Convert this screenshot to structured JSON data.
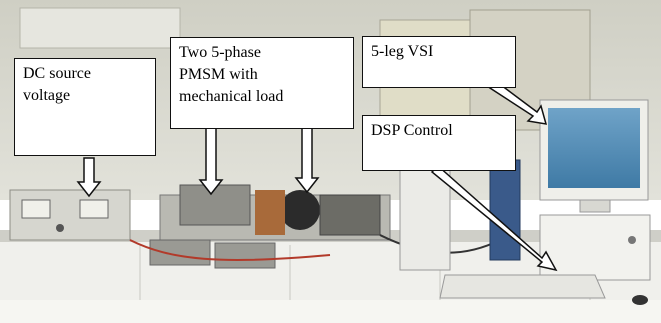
{
  "labels": {
    "dc_source": "DC  source\nvoltage",
    "pmsm": "Two 5-phase\nPMSM with\nmechanical load",
    "vsi": "5-leg VSI",
    "dsp": "DSP Control"
  },
  "colors": {
    "wall": "#d9d9cf",
    "bench": "#e9e9e4",
    "cabinet": "#f1f1ee",
    "label_border": "#111111",
    "arrow": "#ffffff"
  }
}
